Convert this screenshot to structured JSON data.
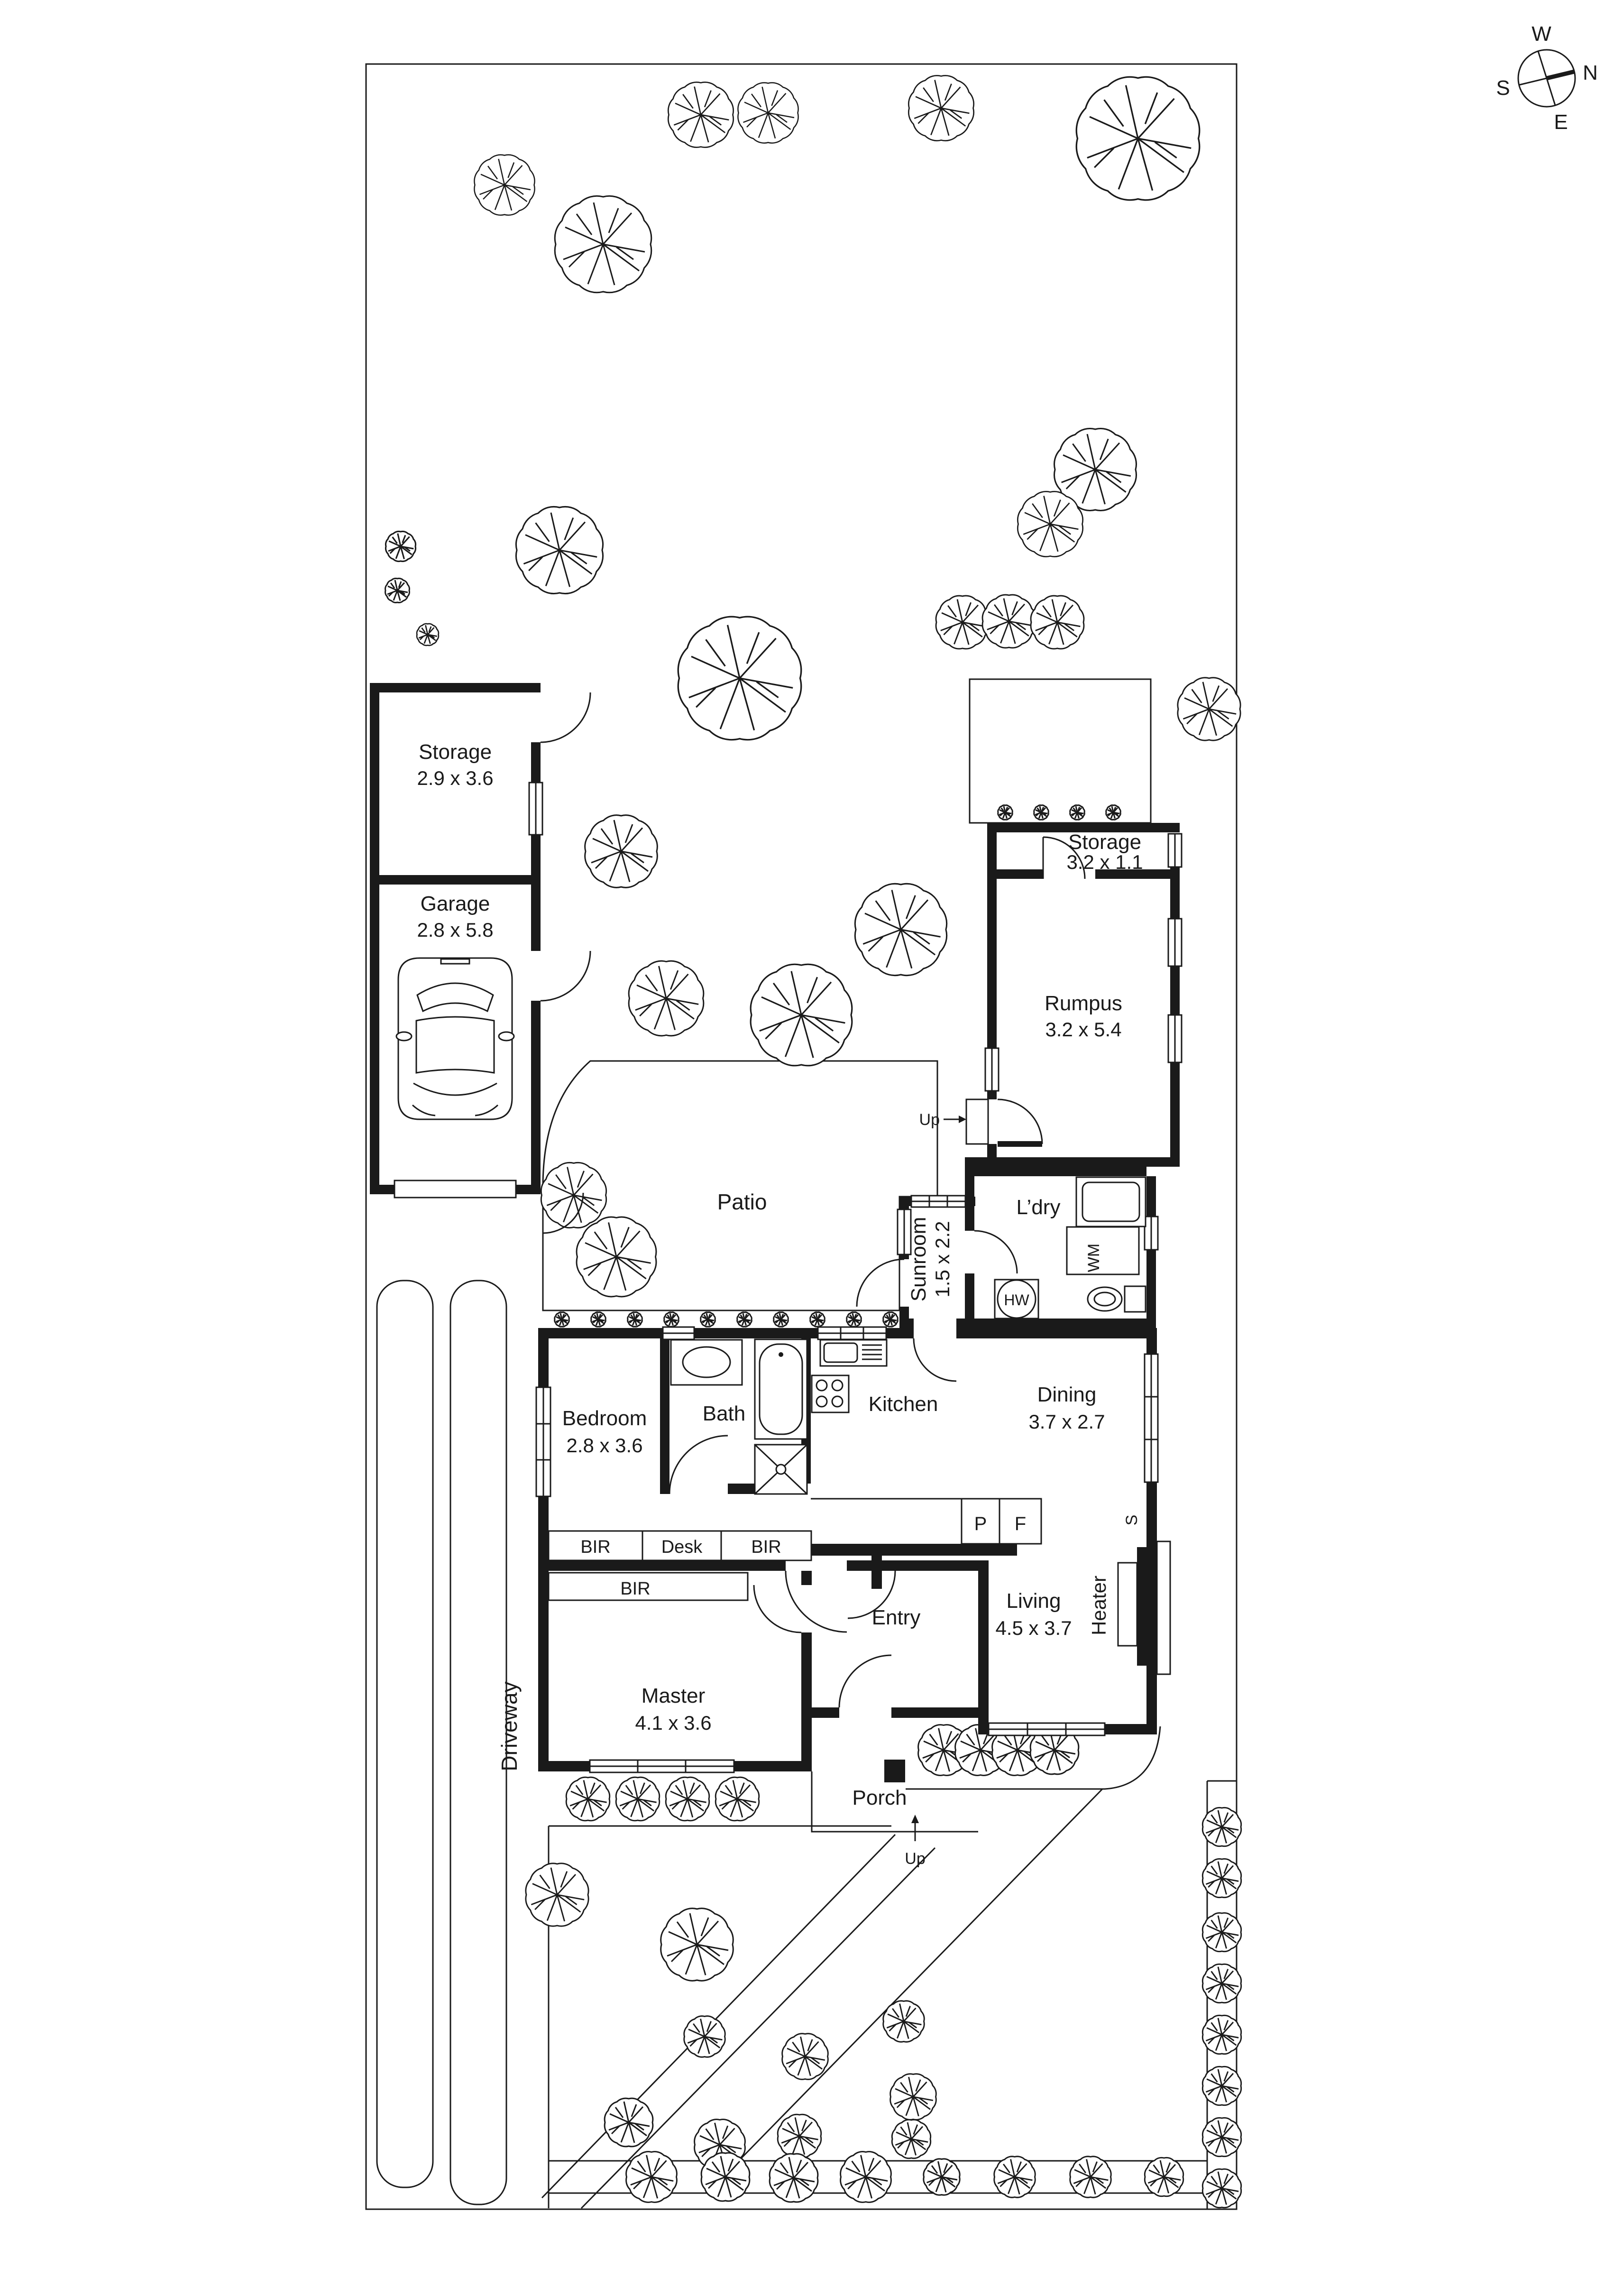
{
  "plan_type": "residential floor / site plan",
  "compass": {
    "w": "W",
    "n": "N",
    "s": "S",
    "e": "E"
  },
  "labels": {
    "storage_outbuilding_name": "Storage",
    "storage_outbuilding_dims": "2.9 x 3.6",
    "garage_name": "Garage",
    "garage_dims": "2.8 x 5.8",
    "storage_rear_name": "Storage",
    "storage_rear_dims": "3.2 x 1.1",
    "rumpus_name": "Rumpus",
    "rumpus_dims": "3.2 x 5.4",
    "sunroom_name": "Sunroom",
    "sunroom_dims": "1.5 x 2.2",
    "laundry_name": "L’dry",
    "bedroom_name": "Bedroom",
    "bedroom_dims": "2.8 x 3.6",
    "bath_name": "Bath",
    "kitchen_name": "Kitchen",
    "dining_name": "Dining",
    "dining_dims": "3.7 x 2.7",
    "living_name": "Living",
    "living_dims": "4.5 x 3.7",
    "master_name": "Master",
    "master_dims": "4.1 x 3.6",
    "entry_name": "Entry",
    "porch_name": "Porch",
    "patio_name": "Patio",
    "driveway_name": "Driveway",
    "bir_left": "BIR",
    "desk": "Desk",
    "bir_right": "BIR",
    "bir_master": "BIR",
    "pantry": "P",
    "fridge": "F",
    "washing_machine": "WM",
    "hot_water": "HW",
    "heater": "Heater",
    "switch": "S",
    "up_rumpus": "Up",
    "up_porch": "Up"
  },
  "colors": {
    "ink": "#1a1a1a",
    "paper": "#ffffff"
  }
}
